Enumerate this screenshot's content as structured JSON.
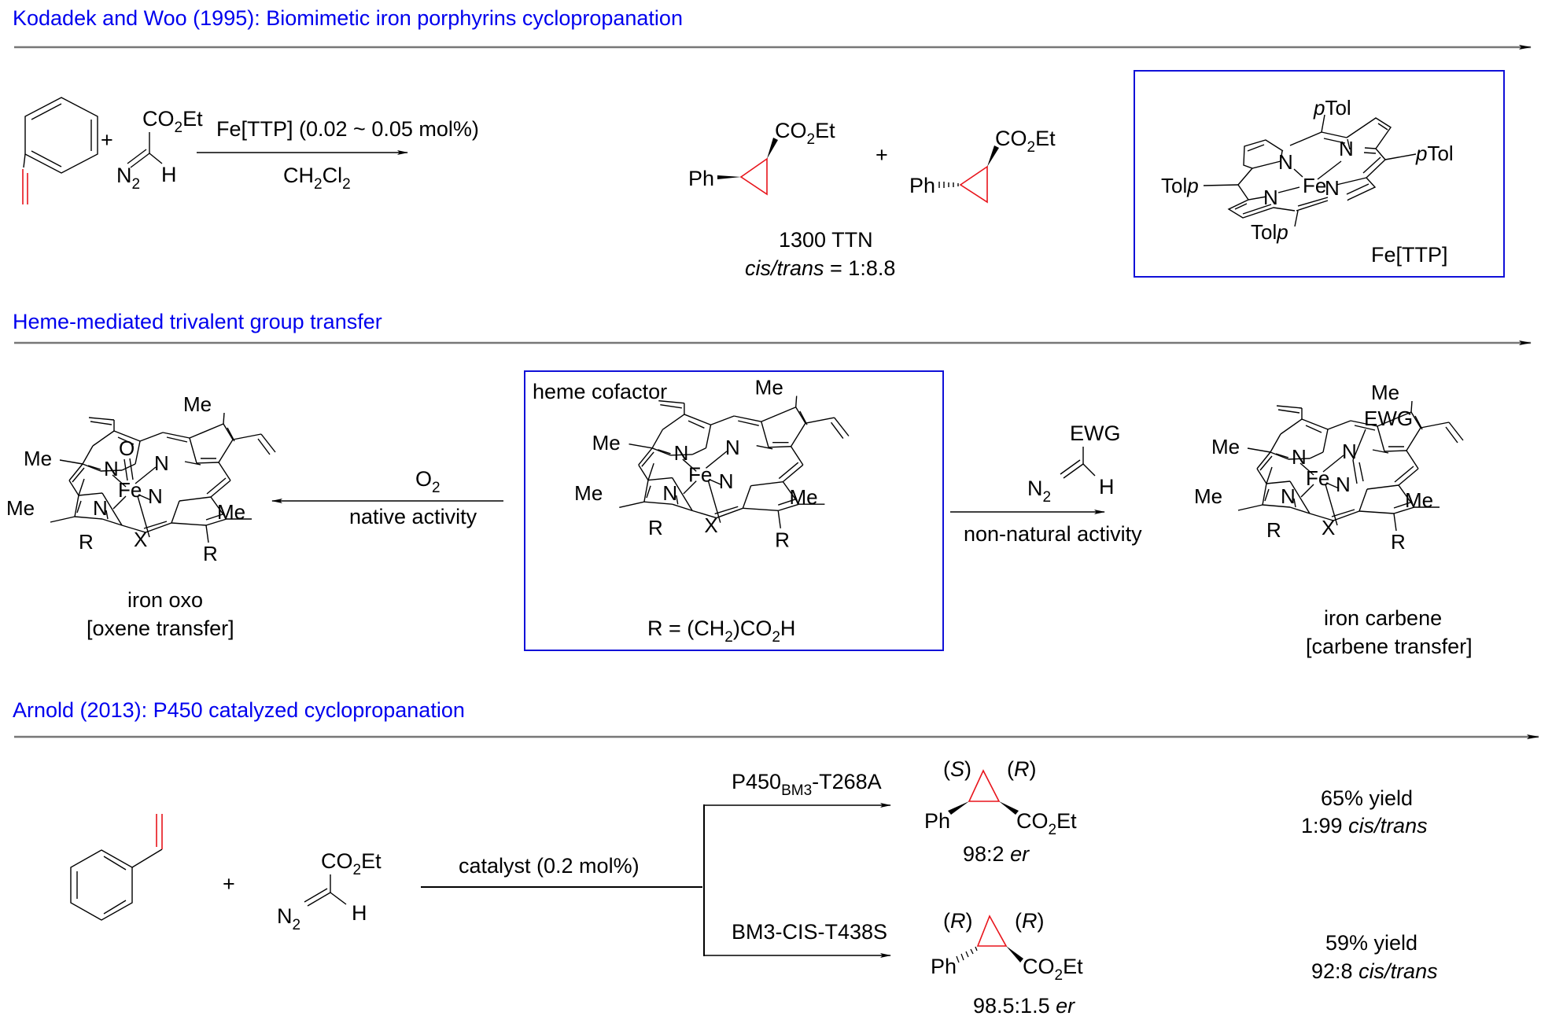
{
  "sections": [
    {
      "title": "Kodadek and Woo (1995): Biomimetic iron porphyrins cyclopropanation",
      "reagent_plus": "+",
      "diazo": {
        "ester": "CO",
        "ester_sub": "2",
        "ester_tail": "Et",
        "n2": "N",
        "n2_sub": "2",
        "h": "H"
      },
      "conditions": {
        "above": "Fe[TTP] (0.02 ~ 0.05 mol%)",
        "below_a": "CH",
        "below_sub1": "2",
        "below_b": "Cl",
        "below_sub2": "2"
      },
      "product1": {
        "ph": "Ph",
        "ester": "CO",
        "ester_sub": "2",
        "ester_tail": "Et"
      },
      "product_plus": "+",
      "product2": {
        "ph": "Ph",
        "ester": "CO",
        "ester_sub": "2",
        "ester_tail": "Et"
      },
      "result": {
        "ttn": "1300 TTN",
        "ratio_label": "cis/trans",
        "ratio_value": " = 1:8.8"
      },
      "catalyst_box": {
        "p_label": "p",
        "tol": "Tol",
        "n": "N",
        "fe": "Fe",
        "name": "Fe[TTP]"
      }
    },
    {
      "title": "Heme-mediated trivalent group transfer",
      "left": {
        "caption1": "iron oxo",
        "caption2": "[oxene transfer]",
        "oxo": "O"
      },
      "left_arrow": {
        "above": "O",
        "above_sub": "2",
        "below": "native activity"
      },
      "center_box": {
        "heading": "heme cofactor",
        "r_def_a": "R = (CH",
        "r_def_sub1": "2",
        "r_def_b": ")CO",
        "r_def_sub2": "2",
        "r_def_c": "H"
      },
      "right_arrow": {
        "ewg": "EWG",
        "n2": "N",
        "n2_sub": "2",
        "h": "H",
        "below": "non-natural activity"
      },
      "right": {
        "caption1": "iron carbene",
        "caption2": "[carbene transfer]",
        "ewg": "EWG"
      },
      "porphyrin_labels": {
        "me": "Me",
        "r": "R",
        "n": "N",
        "fe": "Fe",
        "x": "X"
      }
    },
    {
      "title": "Arnold (2013): P450 catalyzed cyclopropanation",
      "reagent_plus": "+",
      "diazo": {
        "ester": "CO",
        "ester_sub": "2",
        "ester_tail": "Et",
        "n2": "N",
        "n2_sub": "2",
        "h": "H"
      },
      "conditions": "catalyst (0.2 mol%)",
      "branches": [
        {
          "catalyst": "P450",
          "catalyst_sub": "BM3",
          "catalyst_tail": "-T268A",
          "stereo_left": "S",
          "stereo_right": "R",
          "ph": "Ph",
          "ester": "CO",
          "ester_sub": "2",
          "ester_tail": "Et",
          "er_value": "98:2 ",
          "er_label": "er",
          "yield": "65% yield",
          "ratio_value": "1:99 ",
          "ratio_label": "cis/trans"
        },
        {
          "catalyst": "BM3-CIS-T438S",
          "catalyst_sub": "",
          "catalyst_tail": "",
          "stereo_left": "R",
          "stereo_right": "R",
          "ph": "Ph",
          "ester": "CO",
          "ester_sub": "2",
          "ester_tail": "Et",
          "er_value": "98.5:1.5 ",
          "er_label": "er",
          "yield": "59% yield",
          "ratio_value": "92:8 ",
          "ratio_label": "cis/trans"
        }
      ]
    }
  ],
  "colors": {
    "heading": "#0000ee",
    "highlight_bond": "#e8141b",
    "box": "#1010d8",
    "separator": "#777777"
  }
}
